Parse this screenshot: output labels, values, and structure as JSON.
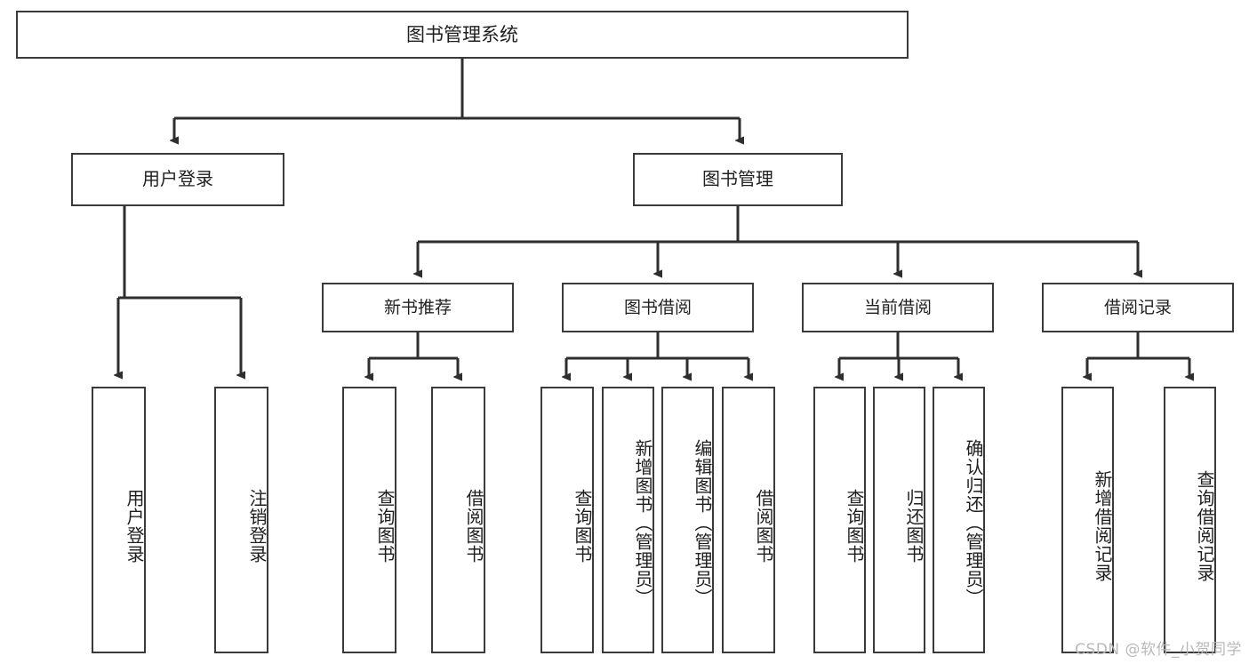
{
  "diagram": {
    "type": "tree",
    "title": "图书管理系统",
    "root": {
      "label": "图书管理系统"
    },
    "level2": [
      {
        "label": "用户登录"
      },
      {
        "label": "图书管理"
      }
    ],
    "level3": [
      {
        "label": "新书推荐"
      },
      {
        "label": "图书借阅"
      },
      {
        "label": "当前借阅"
      },
      {
        "label": "借阅记录"
      }
    ],
    "leaves": {
      "user_login": [
        {
          "label": "用户登录"
        },
        {
          "label": "注销登录"
        }
      ],
      "new_book_recommend": [
        {
          "label": "查询图书"
        },
        {
          "label": "借阅图书"
        }
      ],
      "book_borrow": [
        {
          "label": "查询图书"
        },
        {
          "label": "新增图书（管理员）"
        },
        {
          "label": "编辑图书（管理员）"
        },
        {
          "label": "借阅图书"
        }
      ],
      "current_borrow": [
        {
          "label": "查询图书"
        },
        {
          "label": "归还图书"
        },
        {
          "label": "确认归还（管理员）"
        }
      ],
      "borrow_record": [
        {
          "label": "新增借阅记录"
        },
        {
          "label": "查询借阅记录"
        }
      ]
    }
  },
  "watermark": {
    "text": "CSDN @软件_小贺同学"
  },
  "colors": {
    "border": "#3a3a3a",
    "background": "#ffffff",
    "text": "#1f1f1f",
    "connector": "#2e2e2e",
    "watermark": "#b9b9b9"
  }
}
